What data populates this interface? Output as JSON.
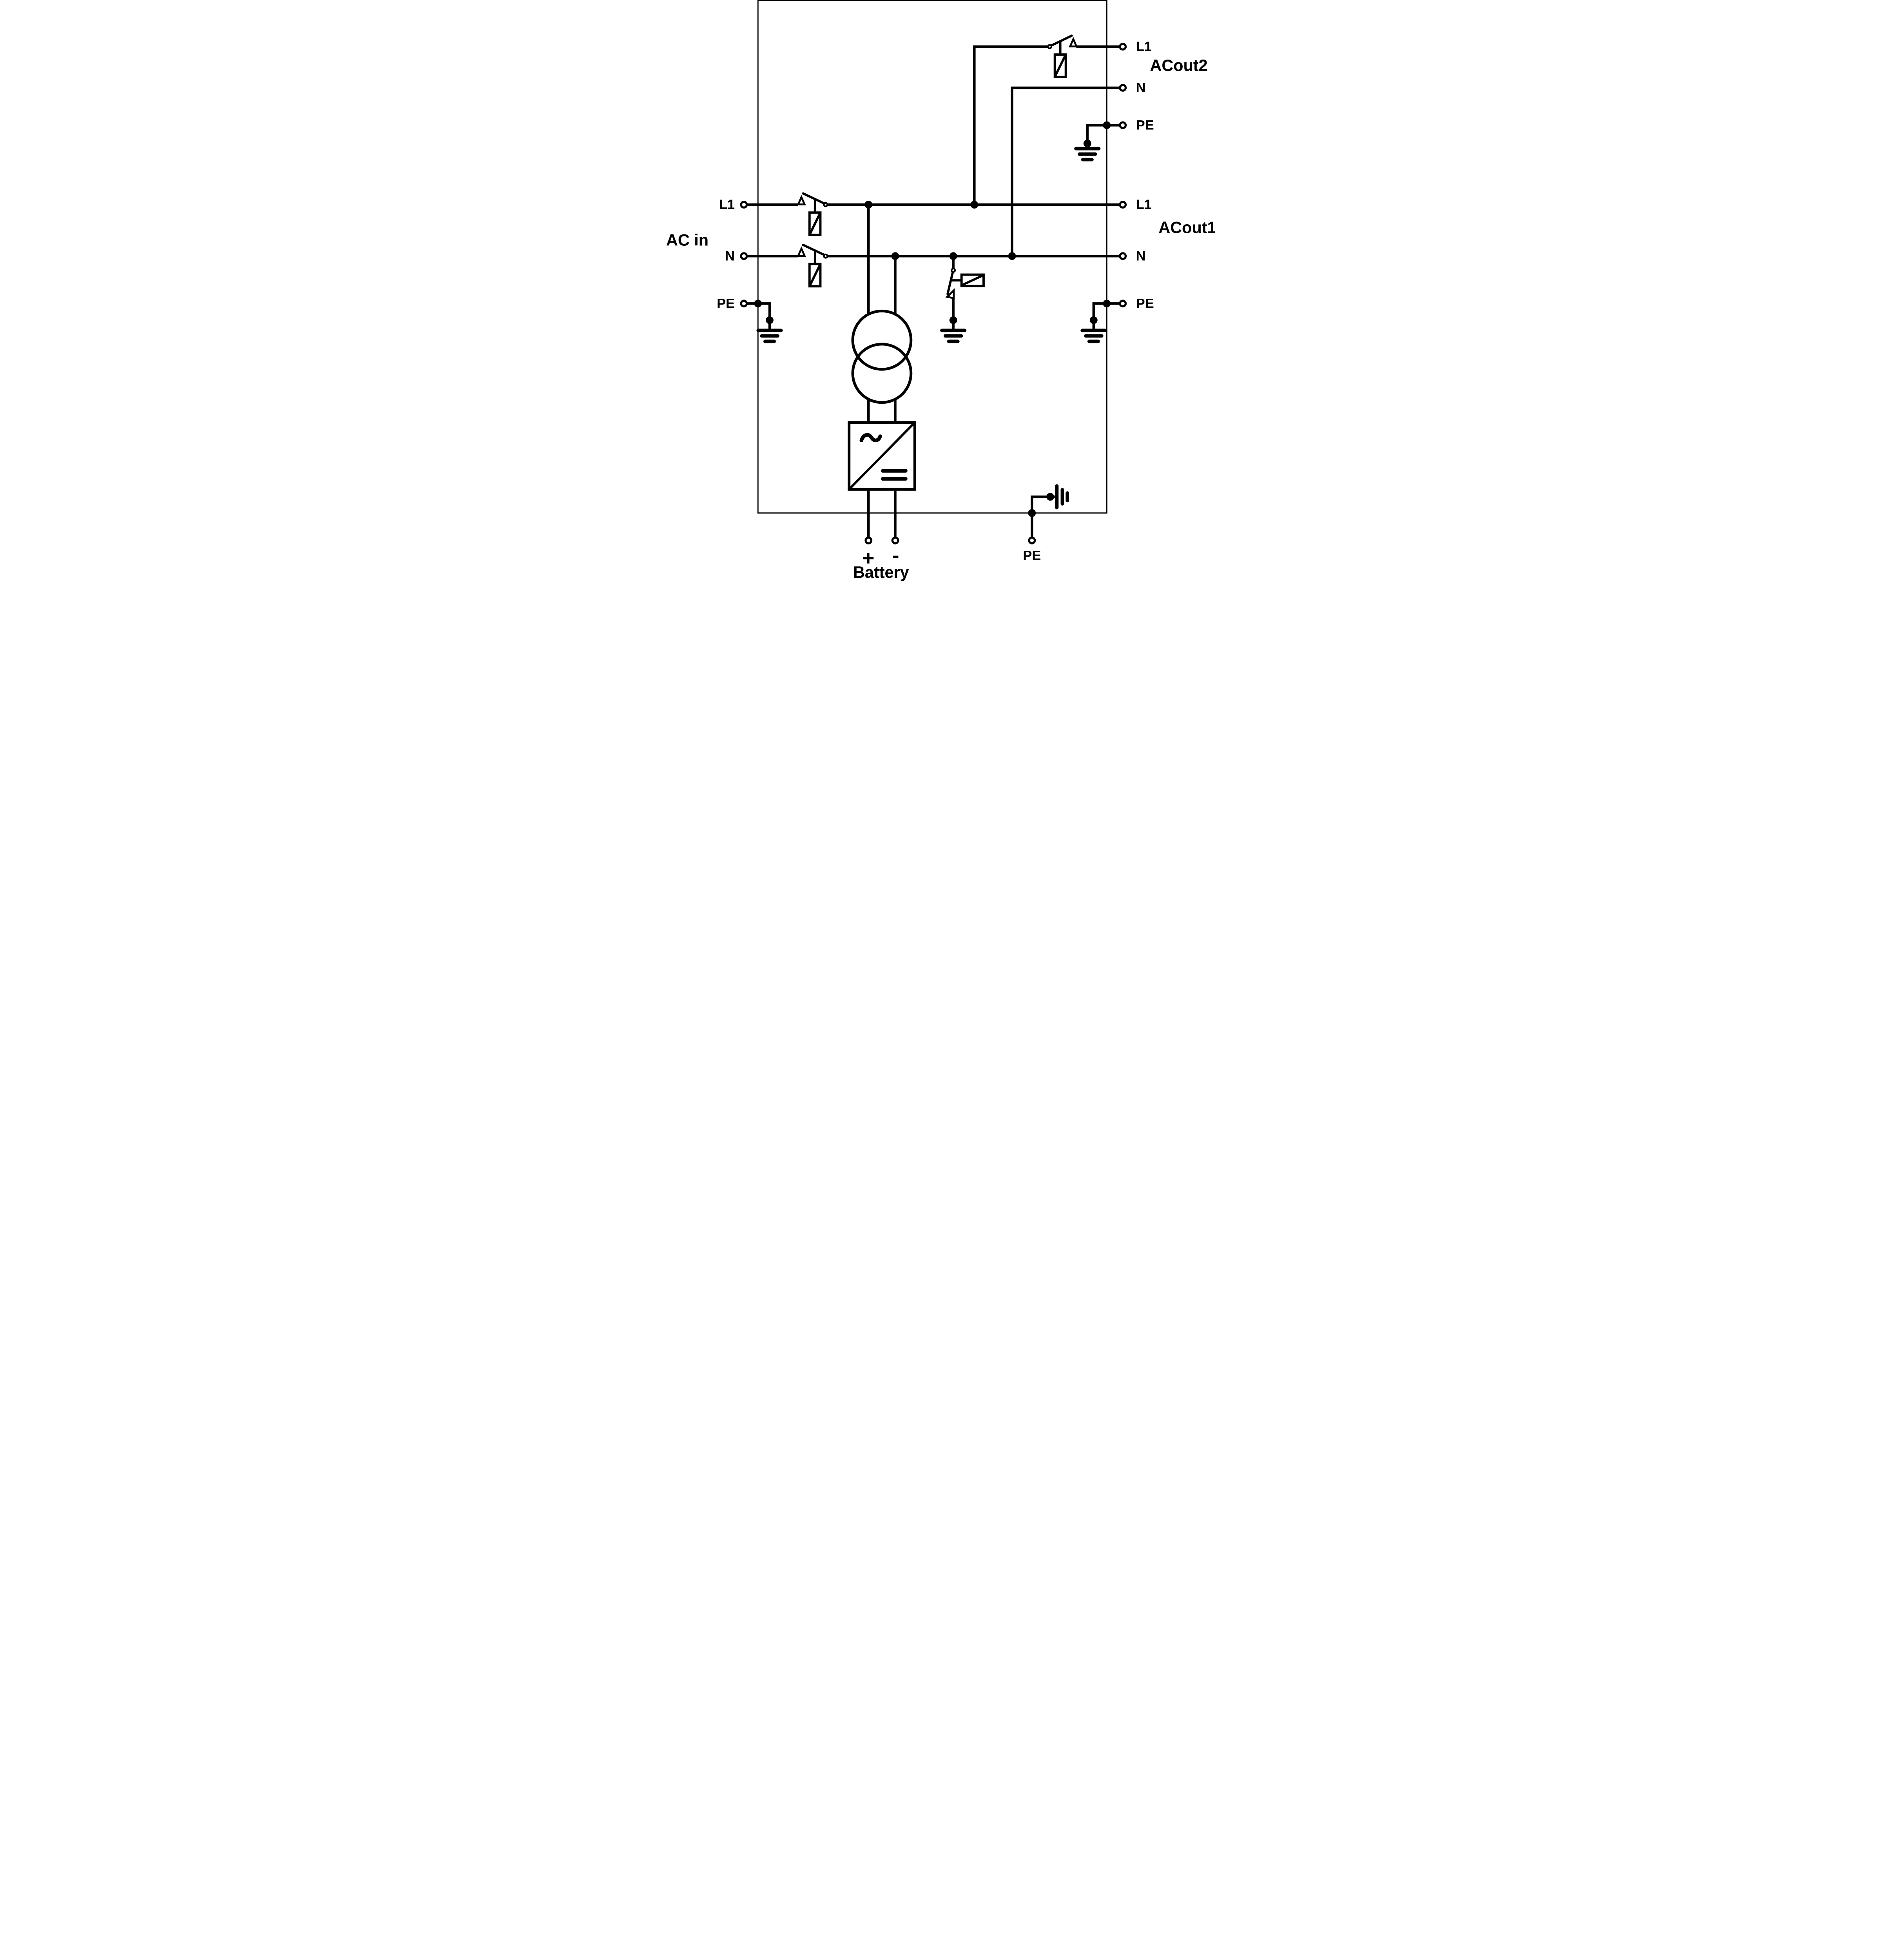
{
  "colors": {
    "ink": "#000000",
    "paper": "#ffffff"
  },
  "ac_in": {
    "section_label": "AC in",
    "l1_label": "L1",
    "n_label": "N",
    "pe_label": "PE"
  },
  "ac_out1": {
    "section_label": "ACout1",
    "l1_label": "L1",
    "n_label": "N",
    "pe_label": "PE"
  },
  "ac_out2": {
    "section_label": "ACout2",
    "l1_label": "L1",
    "n_label": "N",
    "pe_label": "PE"
  },
  "battery": {
    "section_label": "Battery",
    "positive_label": "+",
    "negative_label": "-"
  },
  "chassis": {
    "pe_label": "PE"
  },
  "icons": {
    "terminal-icon": "small open circle connection point",
    "junction-dot-icon": "filled dot wire junction",
    "relay-contact-icon": "switch blade with open circle pivot and triangle fixed contact",
    "relay-coil-icon": "rectangle with diagonal stroke",
    "ground-relay-contact-icon": "latching contact to earth",
    "transformer-icon": "two overlapping circles",
    "inverter-charger-icon": "square with diagonal, AC tilde and DC bars",
    "earth-ground-icon": "three shortening horizontal bars",
    "chassis-ground-icon": "three shortening vertical bars (rotated earth symbol)"
  }
}
